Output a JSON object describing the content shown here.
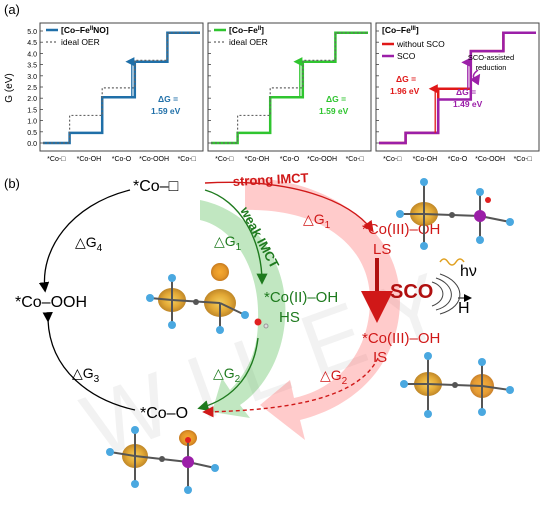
{
  "panel_a": {
    "label": "(a)",
    "y_axis_label": "G (eV)",
    "y_ticks": [
      "0.0",
      "0.5",
      "1.0",
      "1.5",
      "2.0",
      "2.5",
      "3.0",
      "3.5",
      "4.0",
      "4.5",
      "5.0"
    ],
    "x_ticks": [
      "*Co-□",
      "*Co-OH",
      "*Co-O",
      "*Co-OOH",
      "*Co-□"
    ],
    "charts": [
      {
        "legend": [
          "[Co–Fe",
          "ideal OER"
        ],
        "legend_sup": "II",
        "legend_tail": "NO]",
        "dg_label": "ΔG =",
        "dg_value": "1.59 eV",
        "color": "#1f6fa8"
      },
      {
        "legend": [
          "[Co–Fe",
          "ideal OER"
        ],
        "legend_sup": "II",
        "legend_tail": "]",
        "dg_label": "ΔG =",
        "dg_value": "1.59 eV",
        "color": "#2fc52f"
      },
      {
        "title": "[Co–Fe",
        "title_sup": "III",
        "title_tail": "]",
        "legend": [
          "without SCO",
          "SCO"
        ],
        "dg1_label": "ΔG =",
        "dg1_value": "1.96 eV",
        "dg2_label": "ΔG =",
        "dg2_value": "1.49 eV",
        "annotation_1": "SCO-assisted",
        "annotation_2": "reduction",
        "color_without": "#e01818",
        "color_sco": "#9b1fa8"
      }
    ]
  },
  "chart_data": [
    {
      "type": "line",
      "title": "[Co–FeIINO]",
      "categories": [
        "*Co-□",
        "*Co-OH",
        "*Co-O",
        "*Co-OOH",
        "*Co-□"
      ],
      "ylabel": "G (eV)",
      "ylim": [
        0,
        5
      ],
      "series": [
        {
          "name": "[Co–FeIINO]",
          "values": [
            0.0,
            0.45,
            2.04,
            3.63,
            4.92
          ]
        },
        {
          "name": "ideal OER",
          "values": [
            0.0,
            1.23,
            2.46,
            3.69,
            4.92
          ]
        }
      ],
      "annotations": [
        "ΔG = 1.59 eV"
      ]
    },
    {
      "type": "line",
      "title": "[Co–FeII]",
      "categories": [
        "*Co-□",
        "*Co-OH",
        "*Co-O",
        "*Co-OOH",
        "*Co-□"
      ],
      "ylabel": "G (eV)",
      "ylim": [
        0,
        5
      ],
      "series": [
        {
          "name": "[Co–FeII]",
          "values": [
            0.0,
            0.45,
            2.04,
            3.63,
            4.92
          ]
        },
        {
          "name": "ideal OER",
          "values": [
            0.0,
            1.23,
            2.46,
            3.69,
            4.92
          ]
        }
      ],
      "annotations": [
        "ΔG = 1.59 eV"
      ]
    },
    {
      "type": "line",
      "title": "[Co–FeIII]",
      "categories": [
        "*Co-□",
        "*Co-OH",
        "*Co-O",
        "*Co-OOH",
        "*Co-□"
      ],
      "ylabel": "G (eV)",
      "ylim": [
        0,
        5
      ],
      "series": [
        {
          "name": "without SCO",
          "values": [
            0.0,
            0.45,
            2.42,
            4.1,
            4.92
          ]
        },
        {
          "name": "SCO",
          "values": [
            0.0,
            0.45,
            1.94,
            4.1,
            4.92
          ]
        }
      ],
      "annotations": [
        "ΔG = 1.96 eV",
        "ΔG = 1.49 eV",
        "SCO-assisted reduction"
      ]
    }
  ],
  "panel_b": {
    "label": "(b)",
    "co_vacant": "*Co–□",
    "co_ooh": "*Co–OOH",
    "co_o": "*Co–O",
    "dg4": "△G",
    "dg4_sub": "4",
    "dg3": "△G",
    "dg3_sub": "3",
    "dg1_green": "△G",
    "dg1_green_sub": "1",
    "dg2_green": "△G",
    "dg2_green_sub": "2",
    "dg1_red": "△G",
    "dg1_red_sub": "1",
    "dg2_red": "△G",
    "dg2_red_sub": "2",
    "weak_imct": "weak IMCT",
    "strong_imct": "strong IMCT",
    "co2_oh": "*Co(II)–OH",
    "hs": "HS",
    "co3_oh_ls": "*Co(III)–OH",
    "ls": "LS",
    "co3_oh_is": "*Co(III)–OH",
    "is": "IS",
    "sco": "SCO",
    "hv": "hν",
    "h_field": "H"
  },
  "colors": {
    "blue": "#1f6fa8",
    "green": "#2fc52f",
    "dark_green": "#1e7a1e",
    "red": "#e01818",
    "purple": "#9b1fa8"
  }
}
